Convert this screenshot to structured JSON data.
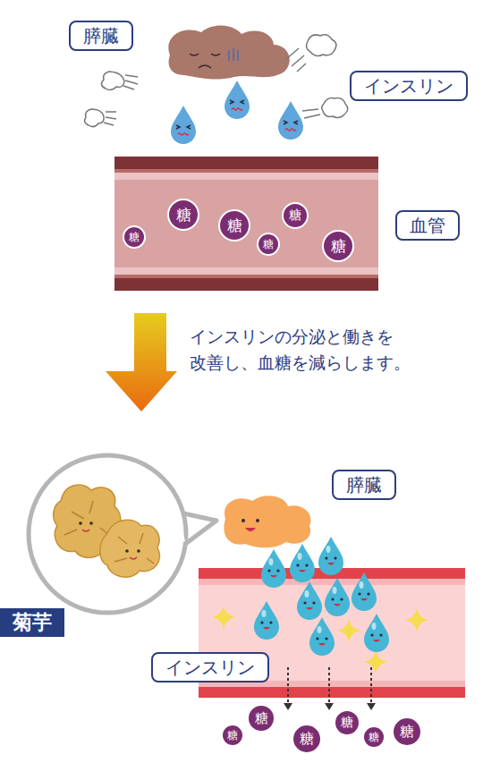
{
  "diagram": {
    "nodes": [
      {
        "text": [
          "膵臓"
        ]
      },
      {
        "text": [
          "インスリン"
        ]
      },
      {
        "text": [
          "糖"
        ]
      },
      {
        "text": [
          "糖"
        ]
      },
      {
        "text": [
          "糖"
        ]
      },
      {
        "text": [
          "糖"
        ]
      },
      {
        "text": [
          "糖"
        ]
      },
      {
        "text": [
          "糖"
        ]
      },
      {
        "text": [
          "血管"
        ]
      },
      {
        "text": [
          "膵臓"
        ]
      },
      {
        "text": [
          "菊芋"
        ]
      },
      {
        "text": [
          "インスリン"
        ]
      },
      {
        "text": [
          "糖"
        ]
      },
      {
        "text": [
          "糖"
        ]
      },
      {
        "text": [
          "糖"
        ]
      },
      {
        "text": [
          "糖"
        ]
      },
      {
        "text": [
          "糖"
        ]
      },
      {
        "text": [
          "糖"
        ]
      }
    ],
    "labels": [
      "インスリンの分泌と働きを 改善し、血糖を減らします。"
    ]
  }
}
